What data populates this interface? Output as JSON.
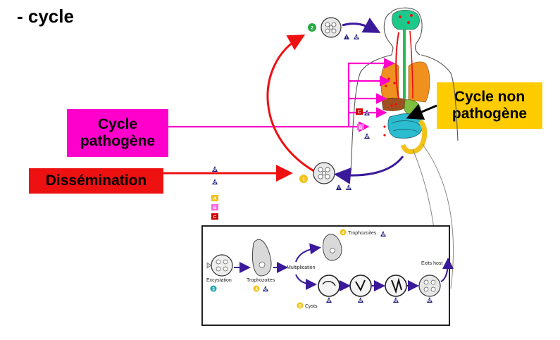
{
  "title": "- cycle",
  "labels": {
    "cycle_pathogene": "Cycle\npathogène",
    "dissemination": "Dissémination",
    "cycle_non_pathogene": "Cycle non\npathogène"
  },
  "legend_letters": [
    "A",
    "B",
    "C"
  ],
  "badges": {
    "i": "i",
    "d": "d",
    "A": "A",
    "B": "B",
    "C": "C"
  },
  "step_numbers": [
    "1",
    "2",
    "3",
    "4",
    "4",
    "5"
  ],
  "inset": {
    "excystation": "Excystation",
    "trophozoites": "Trophozoites",
    "trophozoites_top": "Trophozoites",
    "multiplication": "Multiplication",
    "cysts": "Cysts",
    "exits_host": "Exits host"
  },
  "colors": {
    "magenta": "#ff00cc",
    "red": "#ee1111",
    "yellow": "#ffcc00",
    "arrow_purple": "#3a1a9a",
    "step_green": "#2aa845",
    "step_yellow": "#f2c21a",
    "step_teal": "#1fa7a7",
    "badge_navy": "#1d1d7a"
  }
}
